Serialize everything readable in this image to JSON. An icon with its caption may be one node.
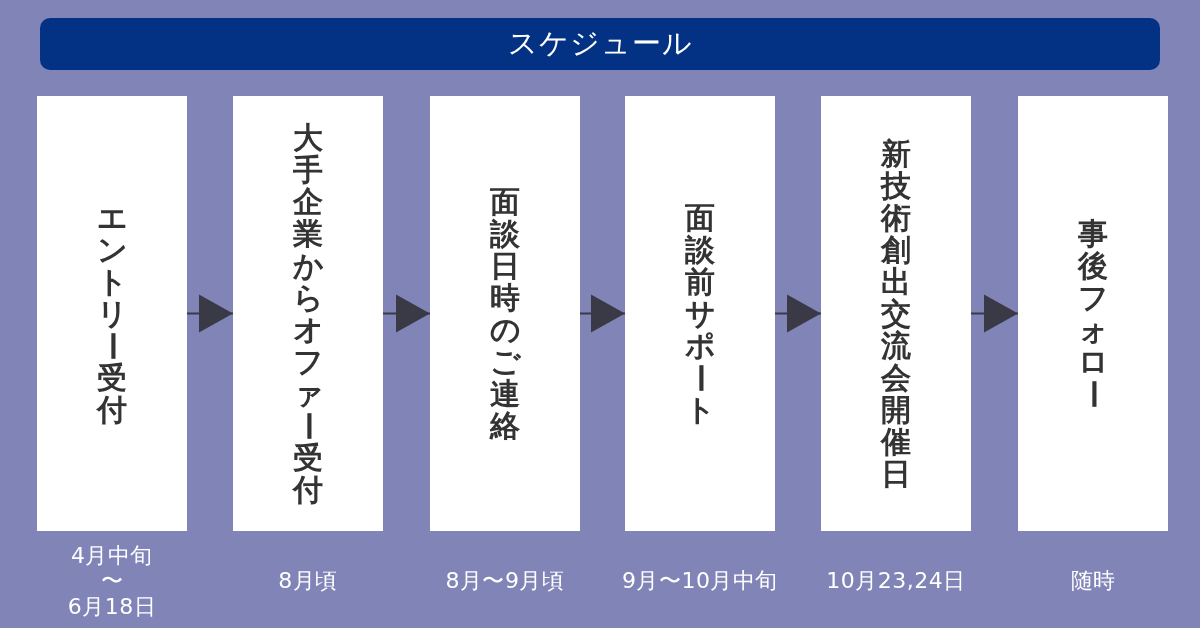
{
  "diagram": {
    "title": "スケジュール",
    "nodes": [
      {
        "text": [
          "エントリー受付"
        ],
        "beside": [
          "4月中旬〜6月18日"
        ]
      },
      {
        "text": [
          "大手企業からオファー受付"
        ],
        "beside": [
          "8月頃"
        ]
      },
      {
        "text": [
          "面談日時のご連絡"
        ],
        "beside": [
          "8月〜9月頃"
        ]
      },
      {
        "text": [
          "面談前サポート"
        ],
        "beside": [
          "9月〜10月中旬"
        ]
      },
      {
        "text": [
          "新技術創出交流会開催日"
        ],
        "beside": [
          "10月23,24日"
        ]
      },
      {
        "text": [
          "事後フォロー"
        ],
        "beside": [
          "随時"
        ]
      }
    ],
    "edges": [
      {
        "from": 0,
        "to": 1,
        "arrow": "to"
      },
      {
        "from": 1,
        "to": 2,
        "arrow": "to"
      },
      {
        "from": 2,
        "to": 3,
        "arrow": "to"
      },
      {
        "from": 3,
        "to": 4,
        "arrow": "to"
      },
      {
        "from": 4,
        "to": 5,
        "arrow": "to"
      }
    ]
  }
}
